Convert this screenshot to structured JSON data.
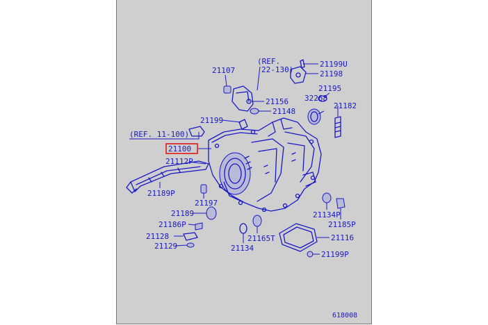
{
  "diagram": {
    "figure_id": "618008",
    "highlighted_part": "21100",
    "colors": {
      "ink": "#1818c8",
      "highlight": "#e01a1a",
      "background": "#cfcfcf"
    },
    "references": [
      {
        "id": "ref-22-130",
        "line1": "(REF.",
        "line2": "22-130)"
      },
      {
        "id": "ref-11-100",
        "text": "(REF. 11-100)"
      }
    ],
    "parts": [
      {
        "id": "p21107",
        "number": "21107"
      },
      {
        "id": "p21199u",
        "number": "21199U"
      },
      {
        "id": "p21198",
        "number": "21198"
      },
      {
        "id": "p21195",
        "number": "21195"
      },
      {
        "id": "p32268",
        "number": "32268"
      },
      {
        "id": "p21182",
        "number": "21182"
      },
      {
        "id": "p21156",
        "number": "21156"
      },
      {
        "id": "p21148",
        "number": "21148"
      },
      {
        "id": "p21199",
        "number": "21199"
      },
      {
        "id": "p21100",
        "number": "21100"
      },
      {
        "id": "p21112p",
        "number": "21112P"
      },
      {
        "id": "p21189p",
        "number": "21189P"
      },
      {
        "id": "p21197",
        "number": "21197"
      },
      {
        "id": "p21189",
        "number": "21189"
      },
      {
        "id": "p21186p",
        "number": "21186P"
      },
      {
        "id": "p21128",
        "number": "21128"
      },
      {
        "id": "p21129",
        "number": "21129"
      },
      {
        "id": "p21134",
        "number": "21134"
      },
      {
        "id": "p21165t",
        "number": "21165T"
      },
      {
        "id": "p21134p",
        "number": "21134P"
      },
      {
        "id": "p21185p",
        "number": "21185P"
      },
      {
        "id": "p21116",
        "number": "21116"
      },
      {
        "id": "p21199p",
        "number": "21199P"
      }
    ]
  }
}
